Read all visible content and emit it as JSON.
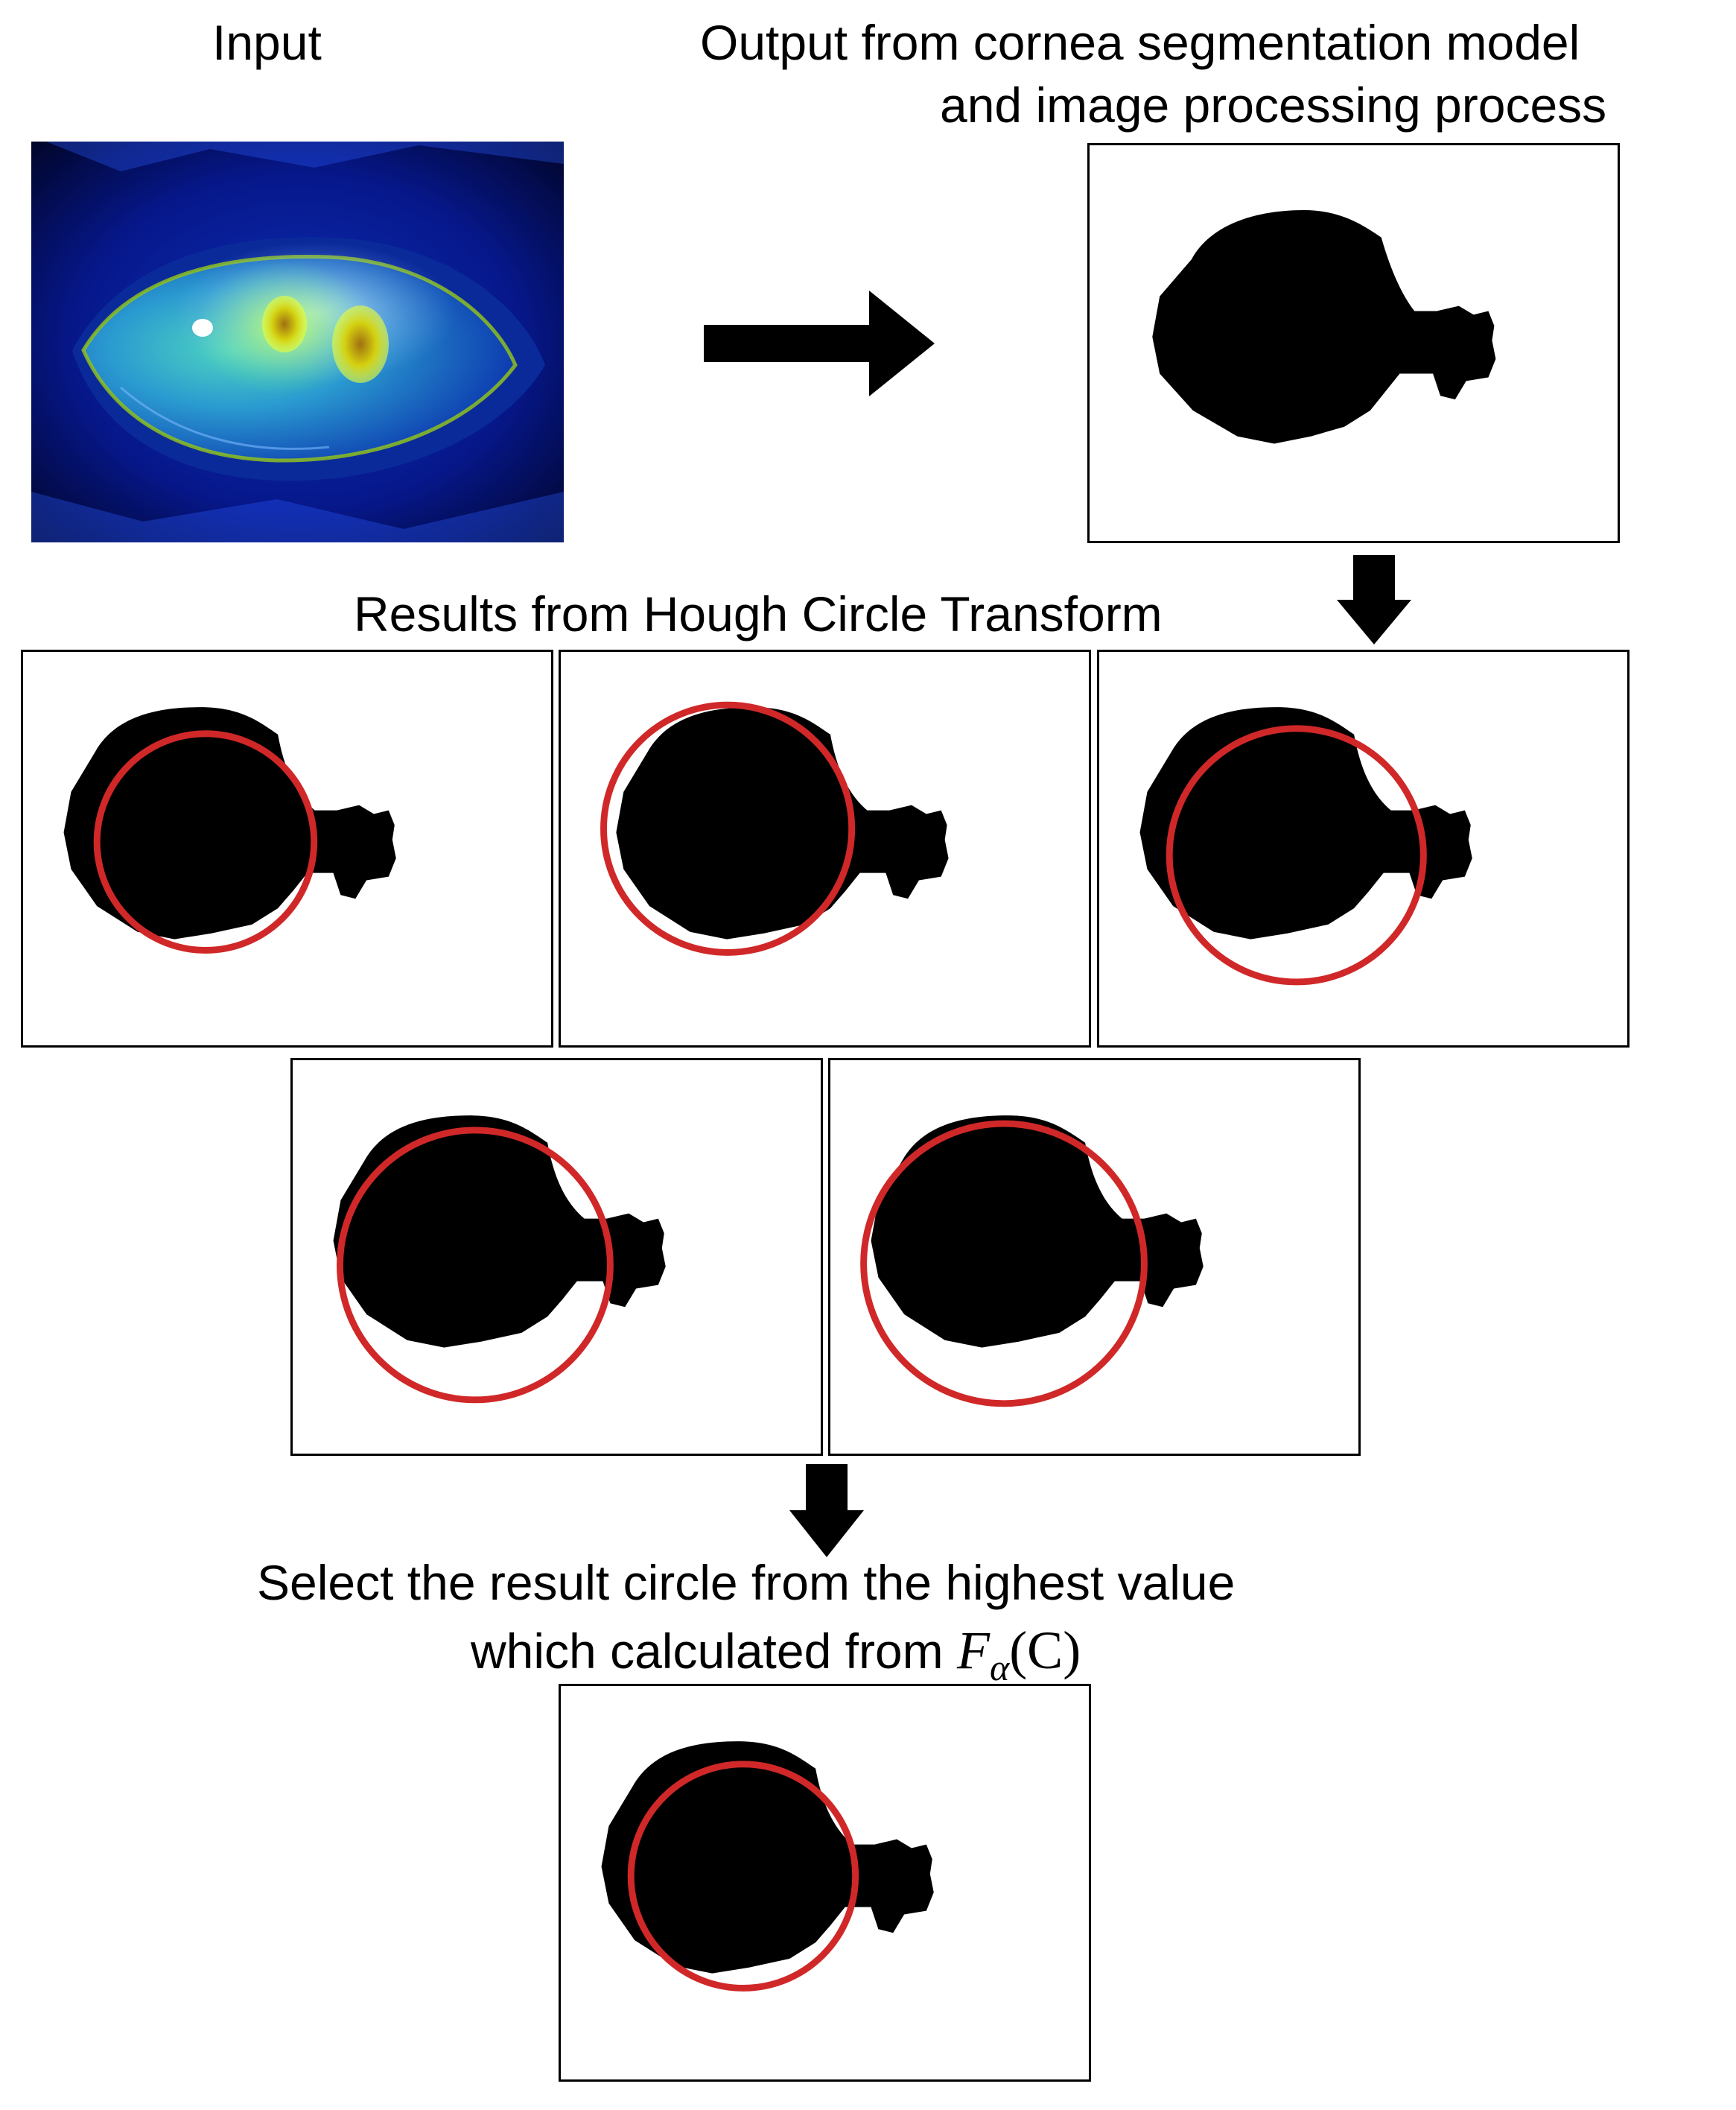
{
  "labels": {
    "input": "Input",
    "output_line1": "Output from cornea segmentation model",
    "output_line2": "and image processing process",
    "hough": "Results from Hough Circle Transform",
    "select_line1": "Select the result circle from the highest value",
    "select_line2": "which calculated from",
    "formula": {
      "symbol": "F",
      "subscript": "α",
      "argument": "(C)"
    }
  },
  "colors": {
    "circle": "#d02828",
    "mask": "#000000",
    "background": "#ffffff"
  },
  "icons": {
    "arrow_right": "right-arrow-icon",
    "arrow_down": "down-arrow-icon"
  }
}
